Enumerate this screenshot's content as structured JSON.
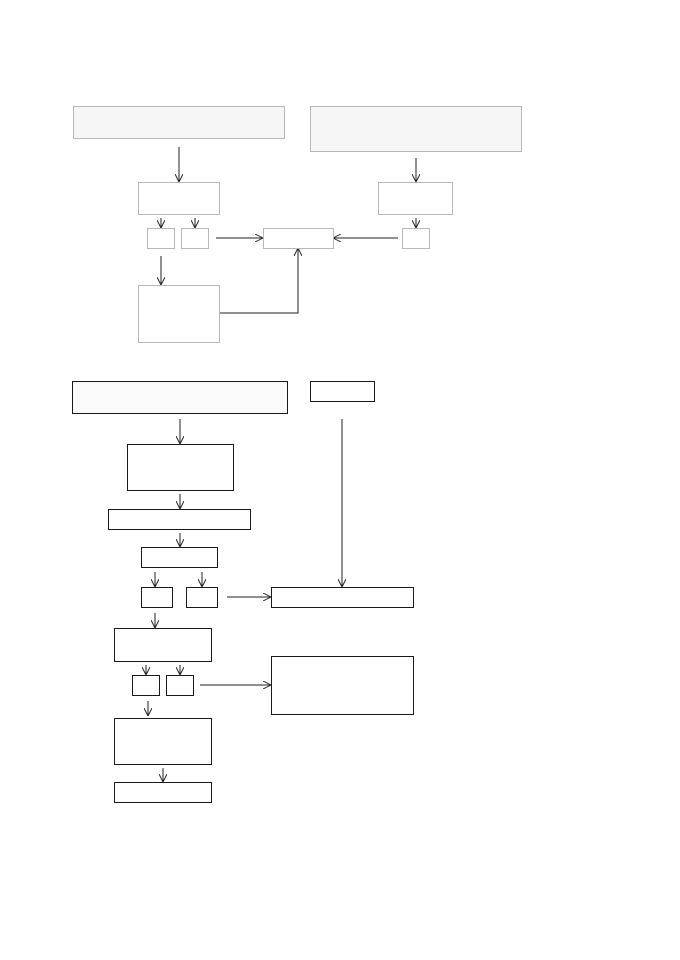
{
  "diagram": {
    "colors": {
      "faint_border": "#b8b8b8",
      "dark_border": "#1a1a1a",
      "shaded_fill": "#f6f6f6",
      "arrow": "#222222"
    },
    "nodes": [
      {
        "id": "a1",
        "style": "faint-shaded",
        "label": ""
      },
      {
        "id": "a2",
        "style": "faint-shaded",
        "label": ""
      },
      {
        "id": "a3",
        "style": "faint",
        "label": ""
      },
      {
        "id": "a4",
        "style": "faint",
        "label": ""
      },
      {
        "id": "a5",
        "style": "faint",
        "label": ""
      },
      {
        "id": "a6",
        "style": "faint",
        "label": ""
      },
      {
        "id": "a7",
        "style": "faint",
        "label": ""
      },
      {
        "id": "a8",
        "style": "faint",
        "label": ""
      },
      {
        "id": "a9",
        "style": "faint",
        "label": ""
      },
      {
        "id": "b1",
        "style": "dark-shaded",
        "label": ""
      },
      {
        "id": "b2",
        "style": "dark",
        "label": ""
      },
      {
        "id": "b3",
        "style": "dark",
        "label": ""
      },
      {
        "id": "b4",
        "style": "dark",
        "label": ""
      },
      {
        "id": "b5",
        "style": "dark",
        "label": ""
      },
      {
        "id": "b6",
        "style": "dark",
        "label": ""
      },
      {
        "id": "b7",
        "style": "dark",
        "label": ""
      },
      {
        "id": "b8",
        "style": "dark",
        "label": ""
      },
      {
        "id": "b9",
        "style": "dark",
        "label": ""
      },
      {
        "id": "b10",
        "style": "dark",
        "label": ""
      },
      {
        "id": "b11",
        "style": "dark",
        "label": ""
      },
      {
        "id": "b12",
        "style": "dark",
        "label": ""
      },
      {
        "id": "b13",
        "style": "dark",
        "label": ""
      },
      {
        "id": "b14",
        "style": "dark",
        "label": ""
      }
    ],
    "edges": [
      {
        "from": "a1",
        "to": "a3"
      },
      {
        "from": "a2",
        "to": "a4"
      },
      {
        "from": "a3",
        "to": "a5"
      },
      {
        "from": "a3",
        "to": "a6"
      },
      {
        "from": "a4",
        "to": "a7"
      },
      {
        "from": "a6",
        "to": "a8"
      },
      {
        "from": "a7",
        "to": "a8"
      },
      {
        "from": "a5",
        "to": "a9"
      },
      {
        "from": "a9",
        "to": "a8"
      },
      {
        "from": "b1",
        "to": "b3"
      },
      {
        "from": "b3",
        "to": "b4"
      },
      {
        "from": "b4",
        "to": "b5"
      },
      {
        "from": "b5",
        "to": "b6"
      },
      {
        "from": "b5",
        "to": "b7"
      },
      {
        "from": "b2",
        "to": "b8"
      },
      {
        "from": "b7",
        "to": "b8"
      },
      {
        "from": "b6",
        "to": "b9"
      },
      {
        "from": "b9",
        "to": "b10"
      },
      {
        "from": "b9",
        "to": "b11"
      },
      {
        "from": "b11",
        "to": "b12"
      },
      {
        "from": "b10",
        "to": "b13"
      },
      {
        "from": "b13",
        "to": "b14"
      }
    ]
  }
}
